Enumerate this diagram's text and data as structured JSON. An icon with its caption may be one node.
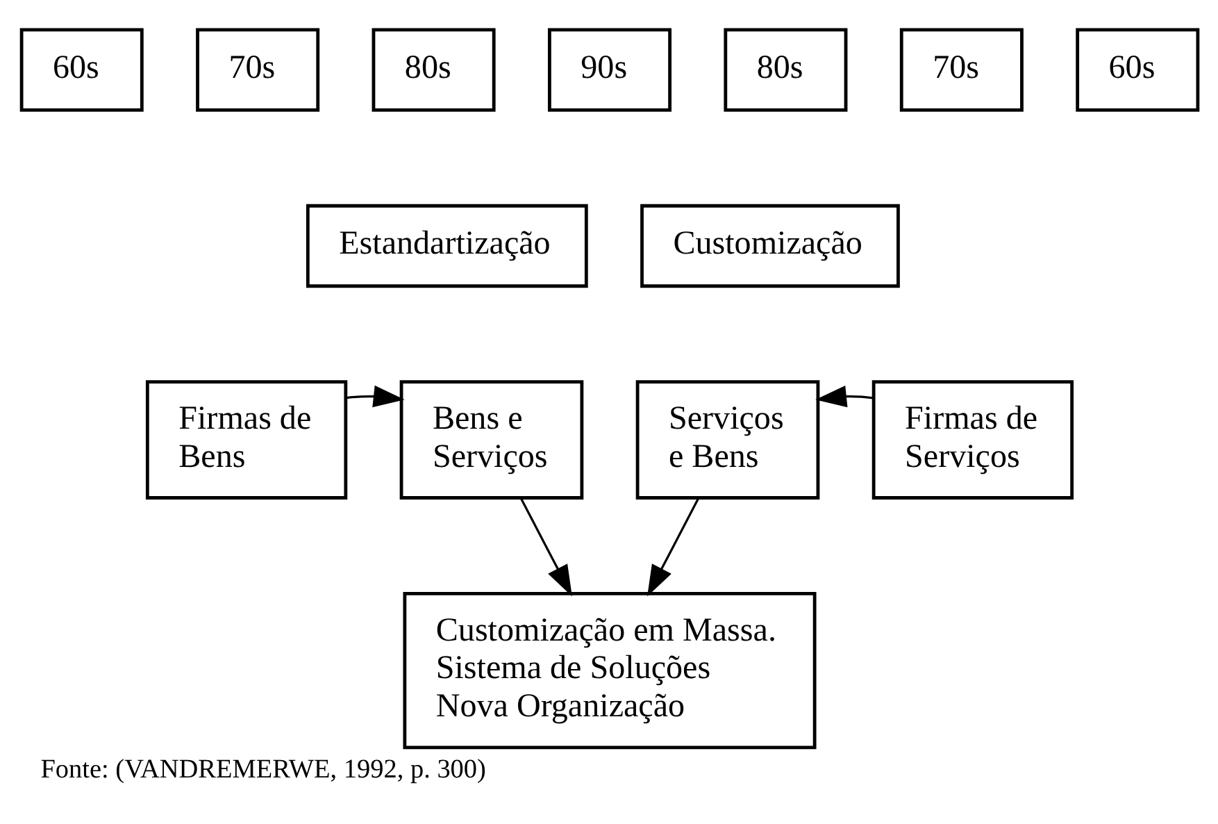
{
  "diagram": {
    "caption": "Fonte: (VANDREMERWE, 1992, p. 300)",
    "nodes": [
      {
        "text": [
          "60s"
        ]
      },
      {
        "text": [
          "70s"
        ]
      },
      {
        "text": [
          "80s"
        ]
      },
      {
        "text": [
          "90s"
        ]
      },
      {
        "text": [
          "80s"
        ]
      },
      {
        "text": [
          "70s"
        ]
      },
      {
        "text": [
          "60s"
        ]
      },
      {
        "text": [
          "Estandartização"
        ]
      },
      {
        "text": [
          "Customização"
        ]
      },
      {
        "text": [
          "Firmas de Bens"
        ]
      },
      {
        "text": [
          "Bens e Serviços"
        ]
      },
      {
        "text": [
          "Serviços e Bens"
        ]
      },
      {
        "text": [
          "Firmas de Serviços"
        ]
      },
      {
        "text": [
          "Customização em Massa.",
          "Sistema de Soluções",
          "Nova Organização"
        ]
      }
    ],
    "edges": [
      {
        "from": 9,
        "to": 10,
        "arrow": "to"
      },
      {
        "from": 12,
        "to": 11,
        "arrow": "to"
      },
      {
        "from": 10,
        "to": 13,
        "arrow": "to"
      },
      {
        "from": 11,
        "to": 13,
        "arrow": "to"
      }
    ]
  }
}
